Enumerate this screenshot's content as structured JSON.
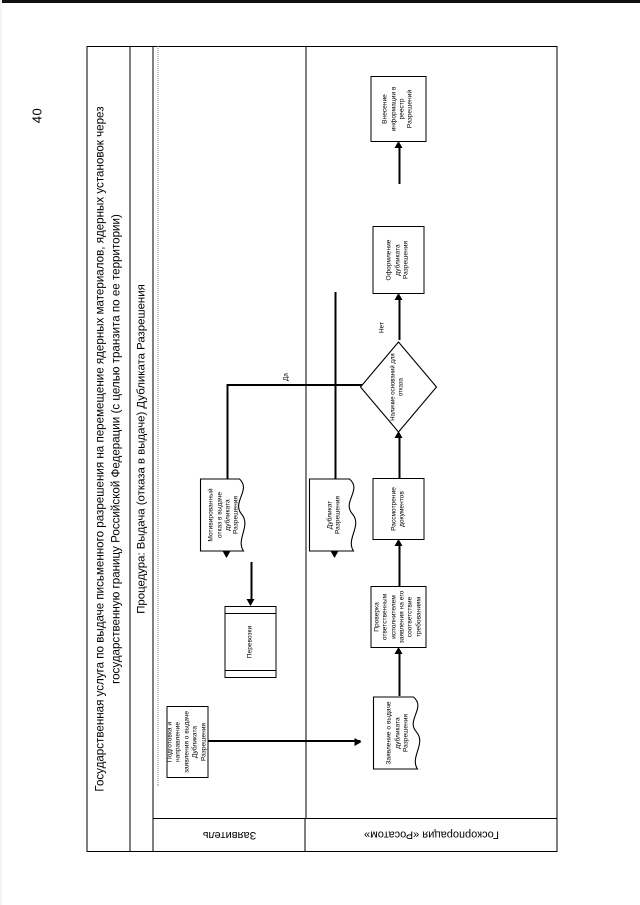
{
  "page": {
    "folio": "40"
  },
  "diagram": {
    "title": "Государственная услуга по выдаче письменного разрешения на перемещение ядерных материалов, ядерных установок через государственную границу Российской Федерации (с целью транзита по ее территории)",
    "procedure": "Процедура: Выдача (отказа в выдаче) Дубликата Разрешения",
    "lanes": [
      {
        "id": "lane-applicant",
        "label": "Заявитель"
      },
      {
        "id": "lane-rosatom",
        "label": "Госкорпорация «Росатом»"
      }
    ],
    "nodes": [
      {
        "id": "prepare-application",
        "shape": "process",
        "lane": "lane-applicant",
        "label": "Подготовка и направление заявления о выдаче Дубликата Разрешения"
      },
      {
        "id": "motivated-refusal",
        "shape": "document",
        "lane": "lane-applicant",
        "label": "Мотивированный отказ в выдаче дубликата Разрешения"
      },
      {
        "id": "duplicate-permit",
        "shape": "document",
        "lane": "lane-applicant",
        "label": "Дубликат Разрешения"
      },
      {
        "id": "transportation",
        "shape": "predefined-process",
        "lane": "lane-applicant",
        "label": "Перевозки"
      },
      {
        "id": "application-document",
        "shape": "document",
        "lane": "lane-rosatom",
        "label": "Заявление о выдаче дубликата Разрешения"
      },
      {
        "id": "check-by-executor",
        "shape": "process",
        "lane": "lane-rosatom",
        "label": "Проверка ответственным исполнителем заявления на его соответствие требованиям"
      },
      {
        "id": "review-documents",
        "shape": "process",
        "lane": "lane-rosatom",
        "label": "Рассмотрение документов"
      },
      {
        "id": "refusal-grounds",
        "shape": "decision",
        "lane": "lane-rosatom",
        "label": "Наличие оснований для отказа"
      },
      {
        "id": "issue-duplicate",
        "shape": "process",
        "lane": "lane-rosatom",
        "label": "Оформление дубликата Разрешения"
      },
      {
        "id": "register-entry",
        "shape": "process",
        "lane": "lane-rosatom",
        "label": "Внесение информации в реестр Разрешений"
      }
    ],
    "edge_labels": {
      "yes": "Да",
      "no": "Нет"
    }
  }
}
